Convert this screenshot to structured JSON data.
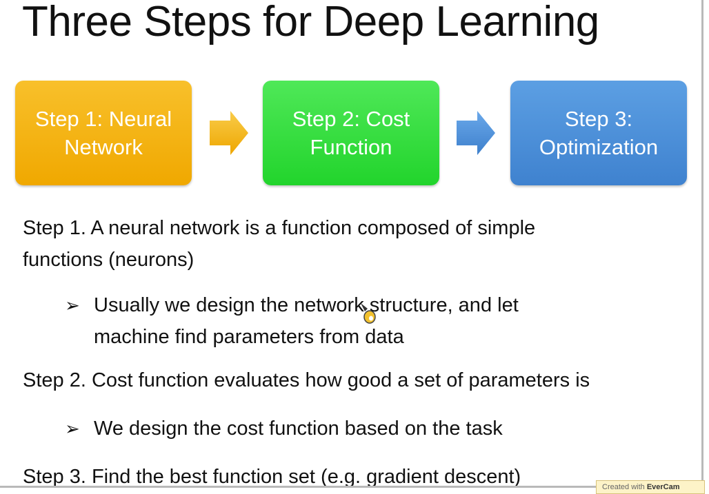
{
  "slide": {
    "title": "Three Steps for Deep Learning",
    "steps": [
      {
        "label": "Step 1: Neural\nNetwork",
        "color": "#f5b30c"
      },
      {
        "label": "Step 2: Cost\nFunction",
        "color": "#2fdc3a"
      },
      {
        "label": "Step 3:\nOptimization",
        "color": "#4a8fd8"
      }
    ],
    "arrow_colors": [
      "#f5b30c",
      "#4a8fd8"
    ],
    "step1_text": "Step 1. A neural network is a function composed of simple\nfunctions (neurons)",
    "step1_bullet": "Usually we design the network structure, and let\nmachine find parameters from data",
    "step2_text": "Step 2. Cost function evaluates how good a set of parameters is",
    "step2_bullet": "We design the cost function based on the task",
    "step3_text": "Step 3. Find the best function set (e.g. gradient descent)",
    "bullet_glyph": "➢"
  },
  "watermark": {
    "prefix": "Created with",
    "brand": "EverCam"
  }
}
